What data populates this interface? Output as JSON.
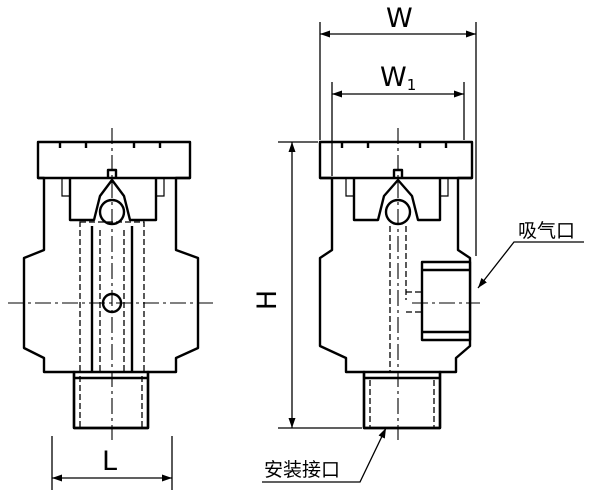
{
  "dimensions": {
    "W": "W",
    "W1_main": "W",
    "W1_sub": "1",
    "H": "H",
    "L": "L"
  },
  "callouts": {
    "air_inlet": "吸气口",
    "install_port": "安装接口"
  }
}
